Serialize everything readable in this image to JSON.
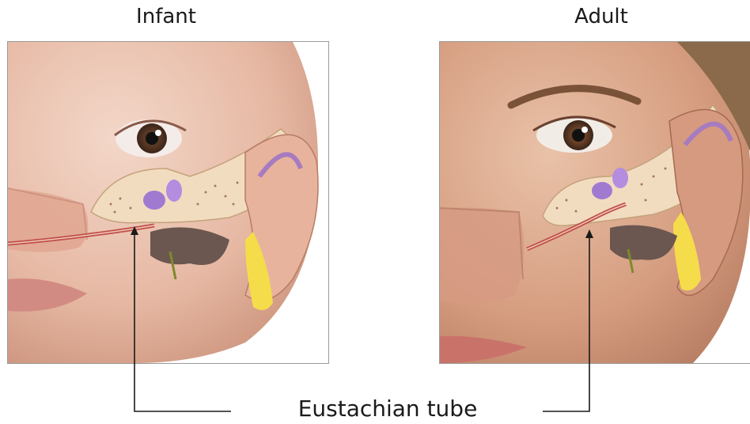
{
  "panels": [
    {
      "title": "Infant"
    },
    {
      "title": "Adult"
    }
  ],
  "callout": {
    "label": "Eustachian tube"
  }
}
